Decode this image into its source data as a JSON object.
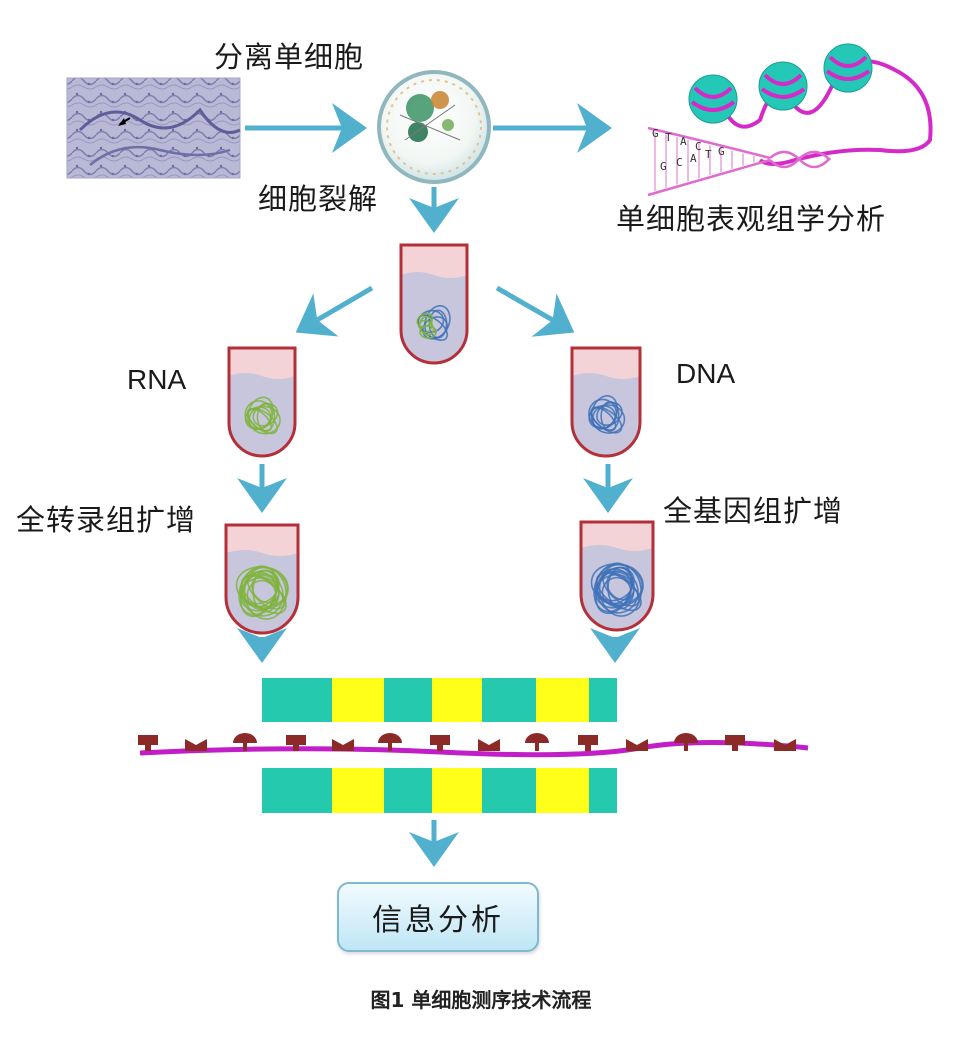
{
  "labels": {
    "isolate": "分离单细胞",
    "lysis": "细胞裂解",
    "epigenome": "单细胞表观组学分析",
    "rna": "RNA",
    "dna": "DNA",
    "wta": "全转录组扩增",
    "wga": "全基因组扩增",
    "analysis": "信息分析"
  },
  "caption": "图1  单细胞测序技术流程",
  "dna_letters": [
    "G",
    "T",
    "A",
    "C",
    "G",
    "C",
    "A",
    "T",
    "G"
  ],
  "colors": {
    "arrow": "#52b0cf",
    "tube_outline": "#b3303a",
    "tube_top": "#f3d3d6",
    "tube_liquid": "#c7c6dc",
    "rna_strand": "#7fb43d",
    "dna_strand": "#3f72b8",
    "block_teal": "#25c9ad",
    "block_yellow": "#ffff1a",
    "chromatin": "#d42bc8",
    "nucleosome": "#24c8b6",
    "adapter": "#8c2a28",
    "backbone": "#c21ec8"
  }
}
